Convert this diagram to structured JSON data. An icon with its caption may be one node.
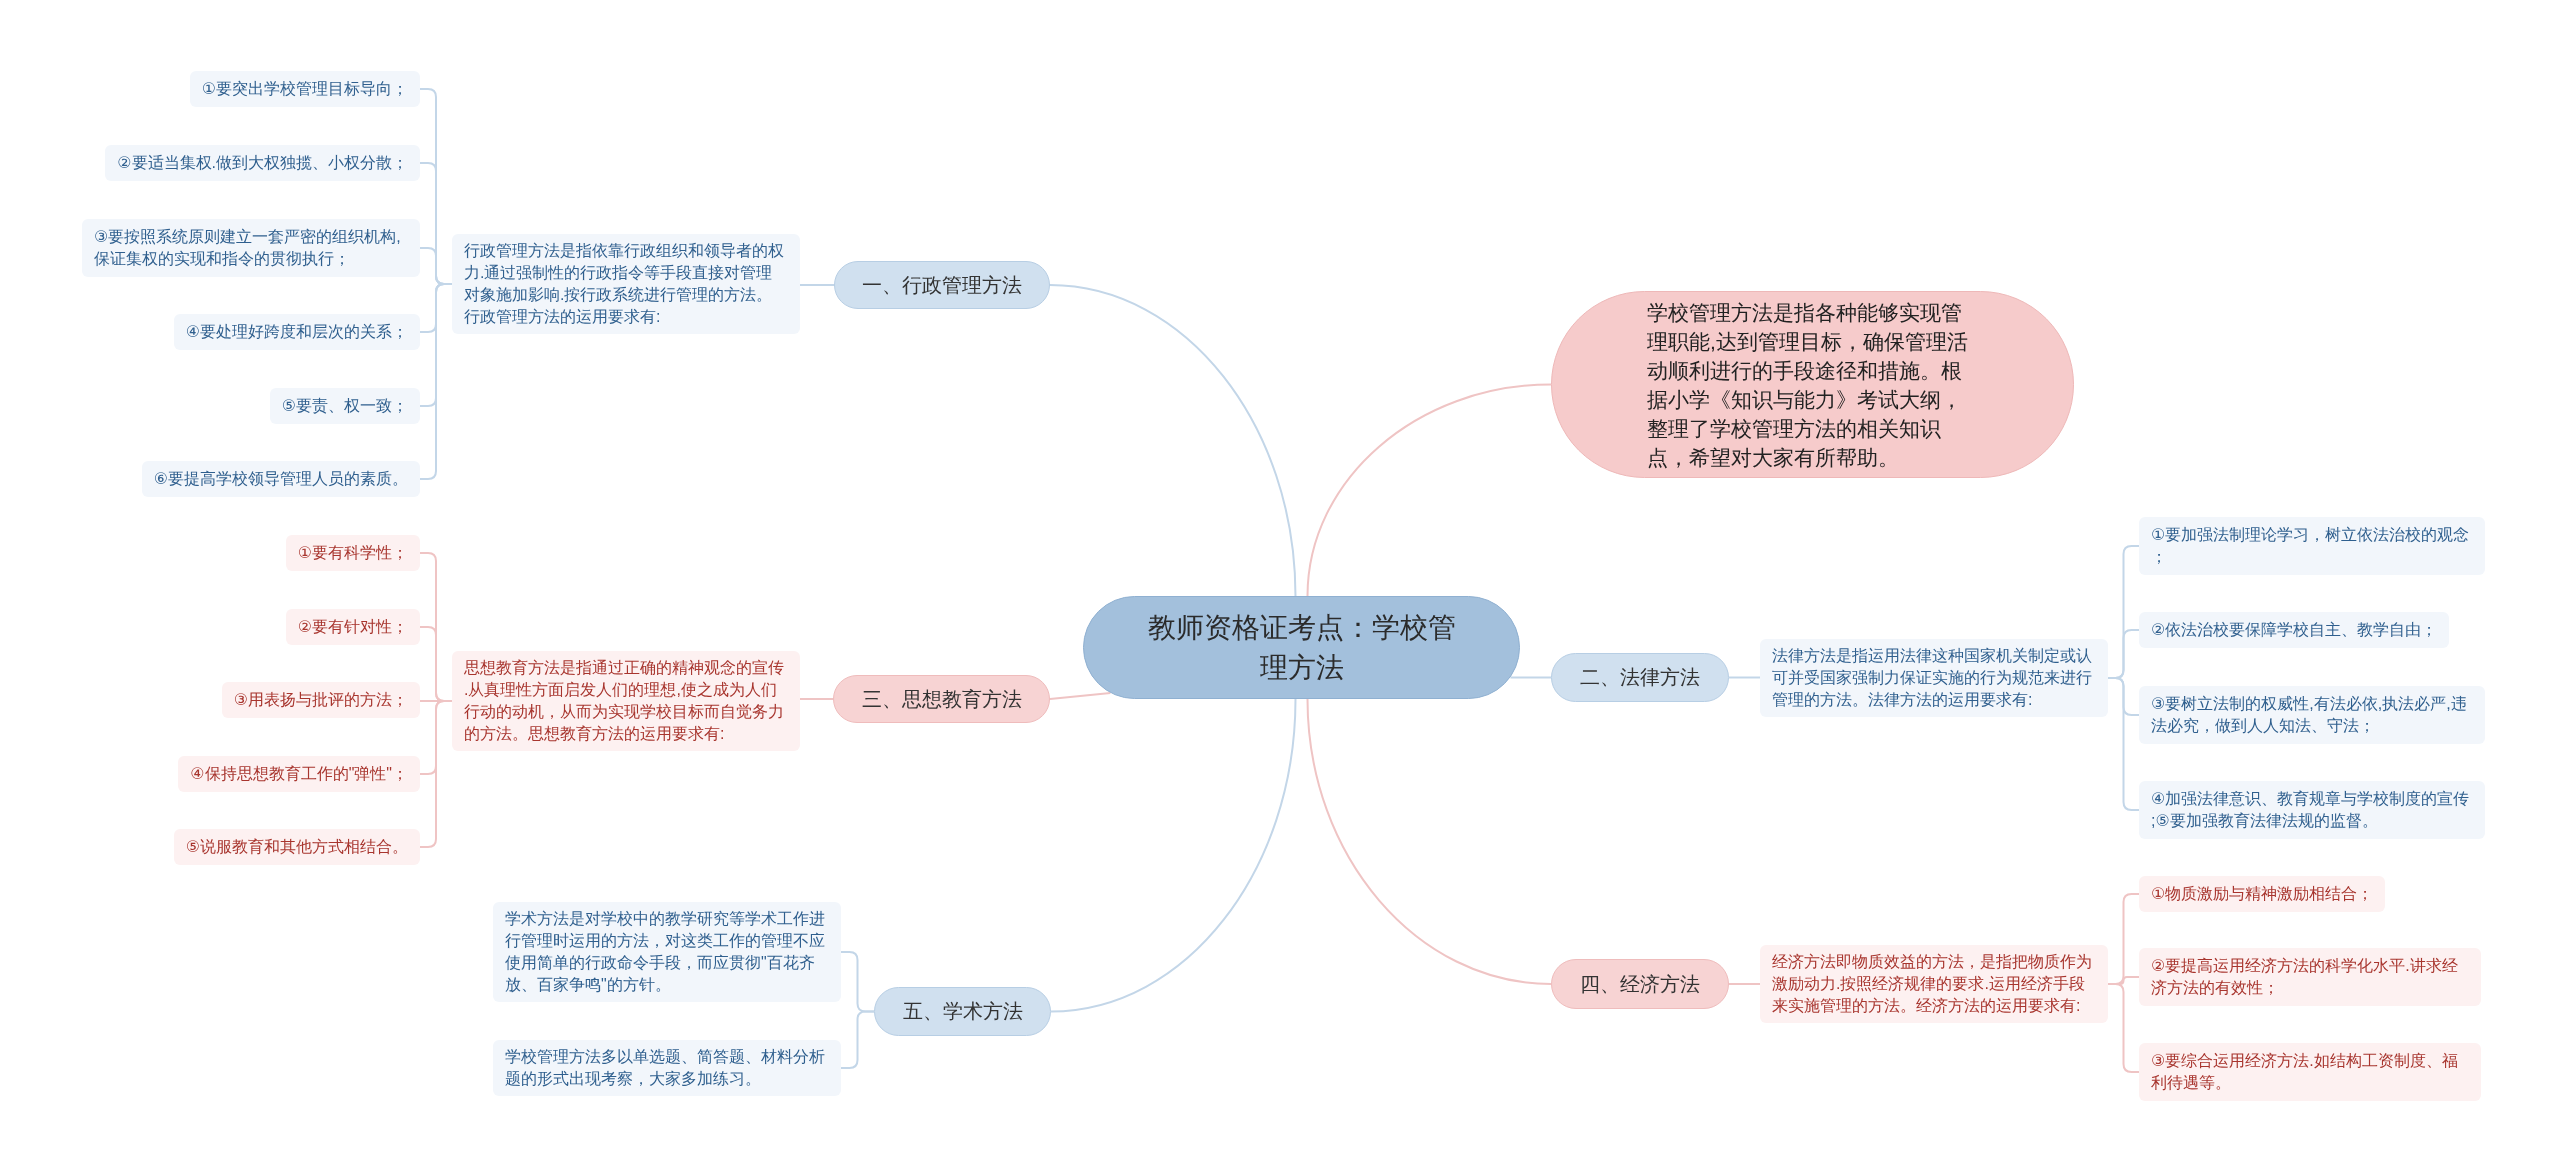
{
  "diagram": {
    "nodes": [
      {
        "text": [
          "教师资格证考点：学校管理方法"
        ]
      },
      {
        "text": [
          "学校管理方法是指各种能够实现管理职能,达到管理目标，确保管理活动顺利进行的手段途径和措施。根据小学《知识与能力》考试大纲，整理了学校管理方法的相关知识点，希望对大家有所帮助。"
        ]
      },
      {
        "text": [
          "一、行政管理方法"
        ]
      },
      {
        "text": [
          "行政管理方法是指依靠行政组织和领导者的权力.通过强制性的行政指令等手段直接对管理对象施加影响.按行政系统进行管理的方法。行政管理方法的运用要求有:"
        ]
      },
      {
        "text": [
          "①要突出学校管理目标导向；"
        ]
      },
      {
        "text": [
          "②要适当集权.做到大权独揽、小权分散；"
        ]
      },
      {
        "text": [
          "③要按照系统原则建立一套严密的组织机构,保证集权的实现和指令的贯彻执行；"
        ]
      },
      {
        "text": [
          "④要处理好跨度和层次的关系；"
        ]
      },
      {
        "text": [
          "⑤要责、权一致；"
        ]
      },
      {
        "text": [
          "⑥要提高学校领导管理人员的素质。"
        ]
      },
      {
        "text": [
          "二、法律方法"
        ]
      },
      {
        "text": [
          "法律方法是指运用法律这种国家机关制定或认可并受国家强制力保证实施的行为规范来进行管理的方法。法律方法的运用要求有:"
        ]
      },
      {
        "text": [
          "①要加强法制理论学习，树立依法治校的观念；"
        ]
      },
      {
        "text": [
          "②依法治校要保障学校自主、教学自由；"
        ]
      },
      {
        "text": [
          "③要树立法制的权威性,有法必依,执法必严,违法必究，做到人人知法、守法；"
        ]
      },
      {
        "text": [
          "④加强法律意识、教育规章与学校制度的宣传;⑤要加强教育法律法规的监督。"
        ]
      },
      {
        "text": [
          "三、思想教育方法"
        ]
      },
      {
        "text": [
          "思想教育方法是指通过正确的精神观念的宣传.从真理性方面启发人们的理想,使之成为人们行动的动机，从而为实现学校目标而自觉务力的方法。思想教育方法的运用要求有:"
        ]
      },
      {
        "text": [
          "①要有科学性；"
        ]
      },
      {
        "text": [
          "②要有针对性；"
        ]
      },
      {
        "text": [
          "③用表扬与批评的方法；"
        ]
      },
      {
        "text": [
          "④保持思想教育工作的\"弹性\"；"
        ]
      },
      {
        "text": [
          "⑤说服教育和其他方式相结合。"
        ]
      },
      {
        "text": [
          "四、经济方法"
        ]
      },
      {
        "text": [
          "经济方法即物质效益的方法，是指把物质作为激励动力.按照经济规律的要求.运用经济手段来实施管理的方法。经济方法的运用要求有:"
        ]
      },
      {
        "text": [
          "①物质激励与精神激励相结合；"
        ]
      },
      {
        "text": [
          "②要提高运用经济方法的科学化水平.讲求经济方法的有效性；"
        ]
      },
      {
        "text": [
          "③要综合运用经济方法.如结构工资制度、福利待遇等。"
        ]
      },
      {
        "text": [
          "五、学术方法"
        ]
      },
      {
        "text": [
          "学术方法是对学校中的教学研究等学术工作进行管理时运用的方法，对这类工作的管理不应使用简单的行政命令手段，而应贯彻\"百花齐放、百家争鸣\"的方针。"
        ]
      },
      {
        "text": [
          "学校管理方法多以单选题、简答题、材料分析题的形式出现考察，大家多加练习。"
        ]
      }
    ],
    "edges": [
      {
        "from": 0,
        "to": 1,
        "arrow": "none",
        "color": "#efc4c4"
      },
      {
        "from": 0,
        "to": 2,
        "arrow": "none"
      },
      {
        "from": 2,
        "to": 3,
        "arrow": "none"
      },
      {
        "from": 3,
        "to": 4,
        "arrow": "none"
      },
      {
        "from": 3,
        "to": 5,
        "arrow": "none"
      },
      {
        "from": 3,
        "to": 6,
        "arrow": "none"
      },
      {
        "from": 3,
        "to": 7,
        "arrow": "none"
      },
      {
        "from": 3,
        "to": 8,
        "arrow": "none"
      },
      {
        "from": 3,
        "to": 9,
        "arrow": "none"
      },
      {
        "from": 0,
        "to": 10,
        "arrow": "none"
      },
      {
        "from": 10,
        "to": 11,
        "arrow": "none"
      },
      {
        "from": 11,
        "to": 12,
        "arrow": "none"
      },
      {
        "from": 11,
        "to": 13,
        "arrow": "none"
      },
      {
        "from": 11,
        "to": 14,
        "arrow": "none"
      },
      {
        "from": 11,
        "to": 15,
        "arrow": "none"
      },
      {
        "from": 0,
        "to": 16,
        "arrow": "none",
        "color": "#efc4c4"
      },
      {
        "from": 16,
        "to": 17,
        "arrow": "none",
        "color": "#efc4c4"
      },
      {
        "from": 17,
        "to": 18,
        "arrow": "none",
        "color": "#efc4c4"
      },
      {
        "from": 17,
        "to": 19,
        "arrow": "none",
        "color": "#efc4c4"
      },
      {
        "from": 17,
        "to": 20,
        "arrow": "none",
        "color": "#efc4c4"
      },
      {
        "from": 17,
        "to": 21,
        "arrow": "none",
        "color": "#efc4c4"
      },
      {
        "from": 17,
        "to": 22,
        "arrow": "none",
        "color": "#efc4c4"
      },
      {
        "from": 0,
        "to": 23,
        "arrow": "none",
        "color": "#efc4c4"
      },
      {
        "from": 23,
        "to": 24,
        "arrow": "none",
        "color": "#efc4c4"
      },
      {
        "from": 24,
        "to": 25,
        "arrow": "none",
        "color": "#efc4c4"
      },
      {
        "from": 24,
        "to": 26,
        "arrow": "none",
        "color": "#efc4c4"
      },
      {
        "from": 24,
        "to": 27,
        "arrow": "none",
        "color": "#efc4c4"
      },
      {
        "from": 0,
        "to": 28,
        "arrow": "none"
      },
      {
        "from": 28,
        "to": 29,
        "arrow": "none"
      },
      {
        "from": 28,
        "to": 30,
        "arrow": "none"
      }
    ]
  }
}
